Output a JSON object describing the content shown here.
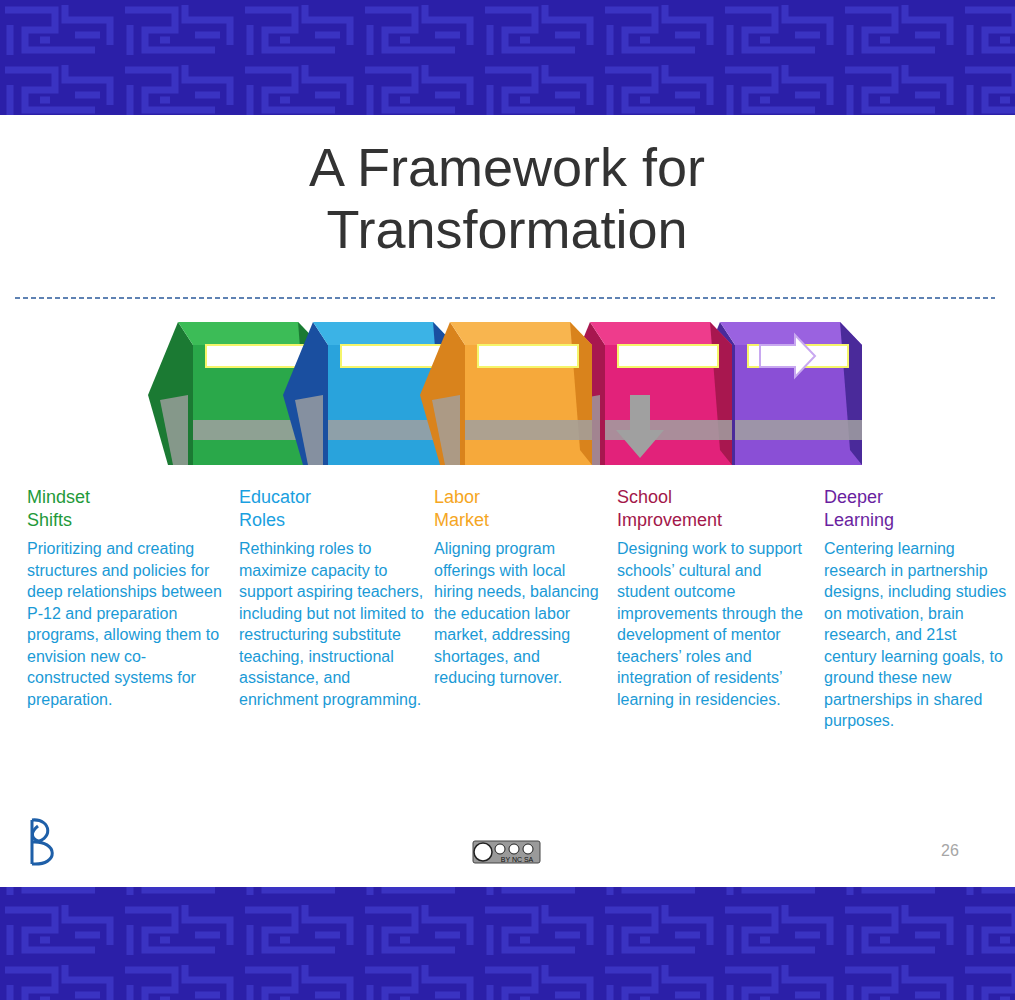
{
  "diagram": {
    "title": "A Framework for Transformation",
    "nodes": [
      {
        "text": [
          "Mindset Shifts",
          "Prioritizing and creating structures and policies for deep relationships between P-12 and preparation programs, allowing them to envision new co-constructed systems for preparation."
        ]
      },
      {
        "text": [
          "Educator Roles",
          "Rethinking roles to maximize capacity to support aspiring teachers, including but not limited to restructuring substitute teaching, instructional assistance, and enrichment programming."
        ]
      },
      {
        "text": [
          "Labor Market",
          "Aligning program offerings with local hiring needs, balancing the education labor market, addressing shortages, and reducing turnover."
        ]
      },
      {
        "text": [
          "School Improvement",
          "Designing work to support schools’ cultural and student outcome improvements through the development of mentor teachers’ roles and integration of residents’ learning in residencies."
        ]
      },
      {
        "text": [
          "Deeper Learning",
          "Centering learning research in partnership designs, including studies on motivation, brain research, and 21st century learning goals, to ground these new partnerships in shared purposes."
        ]
      }
    ],
    "labels": [
      "BY NC SA",
      "26"
    ]
  }
}
